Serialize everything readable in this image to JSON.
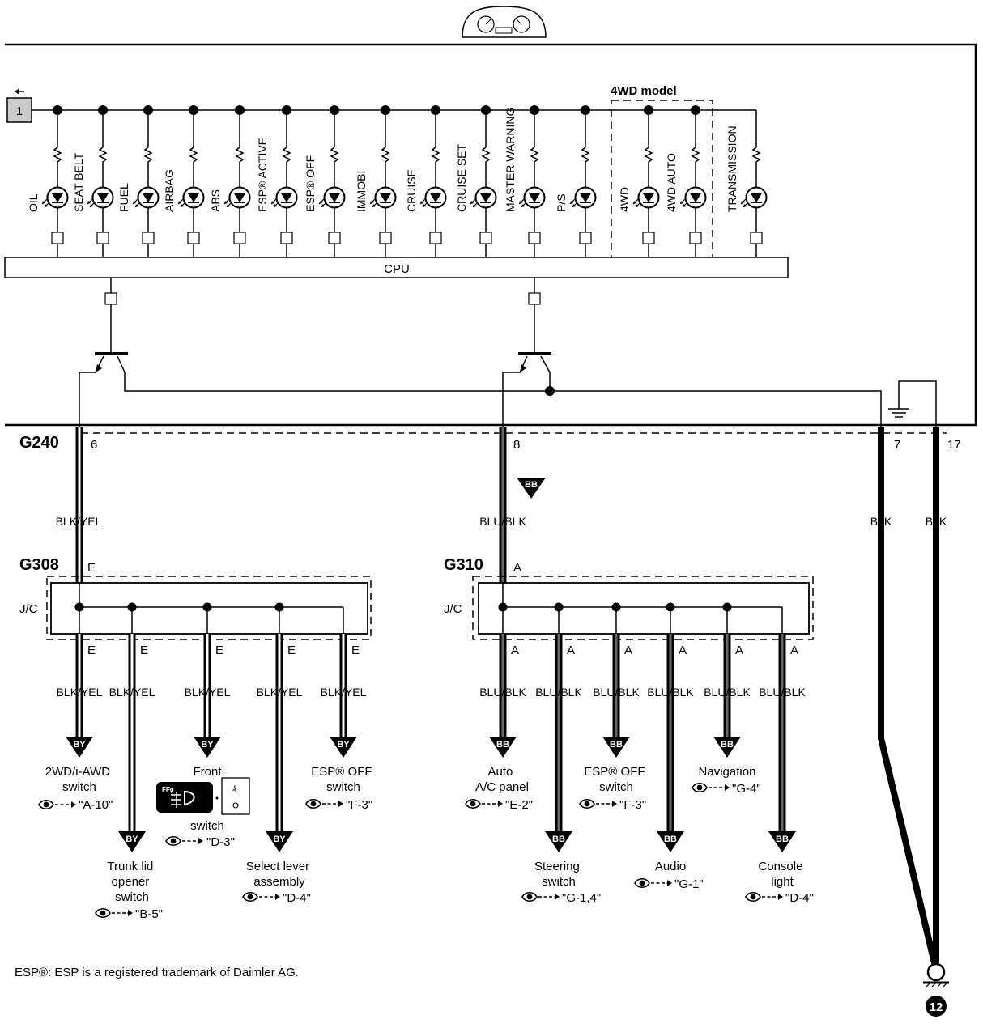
{
  "connector_box": "1",
  "group_label": "4WD model",
  "cpu_label": "CPU",
  "indicators": [
    "OIL",
    "SEAT BELT",
    "FUEL",
    "AIRBAG",
    "ABS",
    "ESP® ACTIVE",
    "ESP® OFF",
    "IMMOBI",
    "CRUISE",
    "CRUISE SET",
    "MASTER WARNING",
    "P/S",
    "4WD",
    "4WD AUTO",
    "TRANSMISSION"
  ],
  "connectors": {
    "g240": "G240",
    "g308": "G308",
    "g310": "G310"
  },
  "pins": {
    "p6": "6",
    "p8": "8",
    "p7": "7",
    "p17": "17",
    "e": "E",
    "a": "A"
  },
  "jc_label": "J/C",
  "wire_colors": {
    "blk_yel": "BLK/YEL",
    "blu_blk": "BLU/BLK",
    "blk": "BLK"
  },
  "arrow_codes": {
    "by": "BY",
    "bb": "BB"
  },
  "destinations": {
    "d_2wd": [
      "2WD/i-AWD",
      "switch"
    ],
    "ref_2wd": "\"A-10\"",
    "d_trunk": [
      "Trunk lid",
      "opener",
      "switch"
    ],
    "ref_trunk": "\"B-5\"",
    "d_front_top": "Front",
    "d_front_bottom": "switch",
    "ref_front": "\"D-3\"",
    "d_select": [
      "Select lever",
      "assembly"
    ],
    "ref_select": "\"D-4\"",
    "d_espoff1": [
      "ESP® OFF",
      "switch"
    ],
    "ref_espoff1": "\"F-3\"",
    "d_autoac": [
      "Auto",
      "A/C panel"
    ],
    "ref_autoac": "\"E-2\"",
    "d_steering": [
      "Steering",
      "switch"
    ],
    "ref_steering": "\"G-1,4\"",
    "d_espoff2": [
      "ESP® OFF",
      "switch"
    ],
    "ref_espoff2": "\"F-3\"",
    "d_audio": "Audio",
    "ref_audio": "\"G-1\"",
    "d_nav": "Navigation",
    "ref_nav": "\"G-4\"",
    "d_console": [
      "Console",
      "light"
    ],
    "ref_console": "\"D-4\""
  },
  "ground_number": "12",
  "fog_icon_text": "FFg",
  "footnote": "ESP®: ESP is a registered trademark of Daimler AG."
}
